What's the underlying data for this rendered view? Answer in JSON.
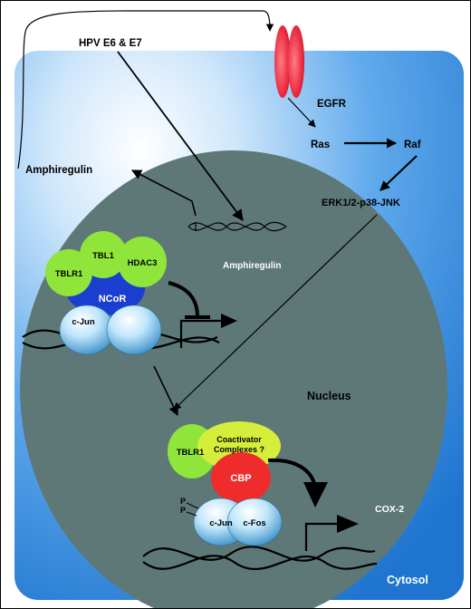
{
  "labels": {
    "hpv": "HPV E6 & E7",
    "egfr": "EGFR",
    "ras": "Ras",
    "raf": "Raf",
    "amphiregulin_cyto": "Amphiregulin",
    "erk": "ERK1/2-p38-JNK",
    "amphiregulin_gene": "Amphiregulin",
    "nucleus": "Nucleus",
    "cytosol": "Cytosol",
    "cox2": "COX-2"
  },
  "repressor_complex": {
    "tblr1": "TBLR1",
    "tbl1": "TBL1",
    "hdac3": "HDAC3",
    "ncor": "NCoR",
    "cjun": "c-Jun"
  },
  "activator_complex": {
    "tblr1": "TBLR1",
    "coactivator_line1": "Coactivator",
    "coactivator_line2": "Complexes ?",
    "cbp": "CBP",
    "p1": "P",
    "p2": "P",
    "cjun": "c-Jun",
    "cfos": "c-Fos"
  },
  "colors": {
    "cytosol_light": "#ffffff",
    "cytosol_blue": "#2a7fd4",
    "nucleus": "#5f7a78",
    "green": "#8fe53a",
    "yellow_green": "#d6ee3b",
    "ncor_blue": "#1a3fd0",
    "cbp_red": "#ef2b2b",
    "jun_light": "#e6f7ff",
    "jun_dark": "#3a8fc8",
    "egfr_red": "#ee3344"
  }
}
